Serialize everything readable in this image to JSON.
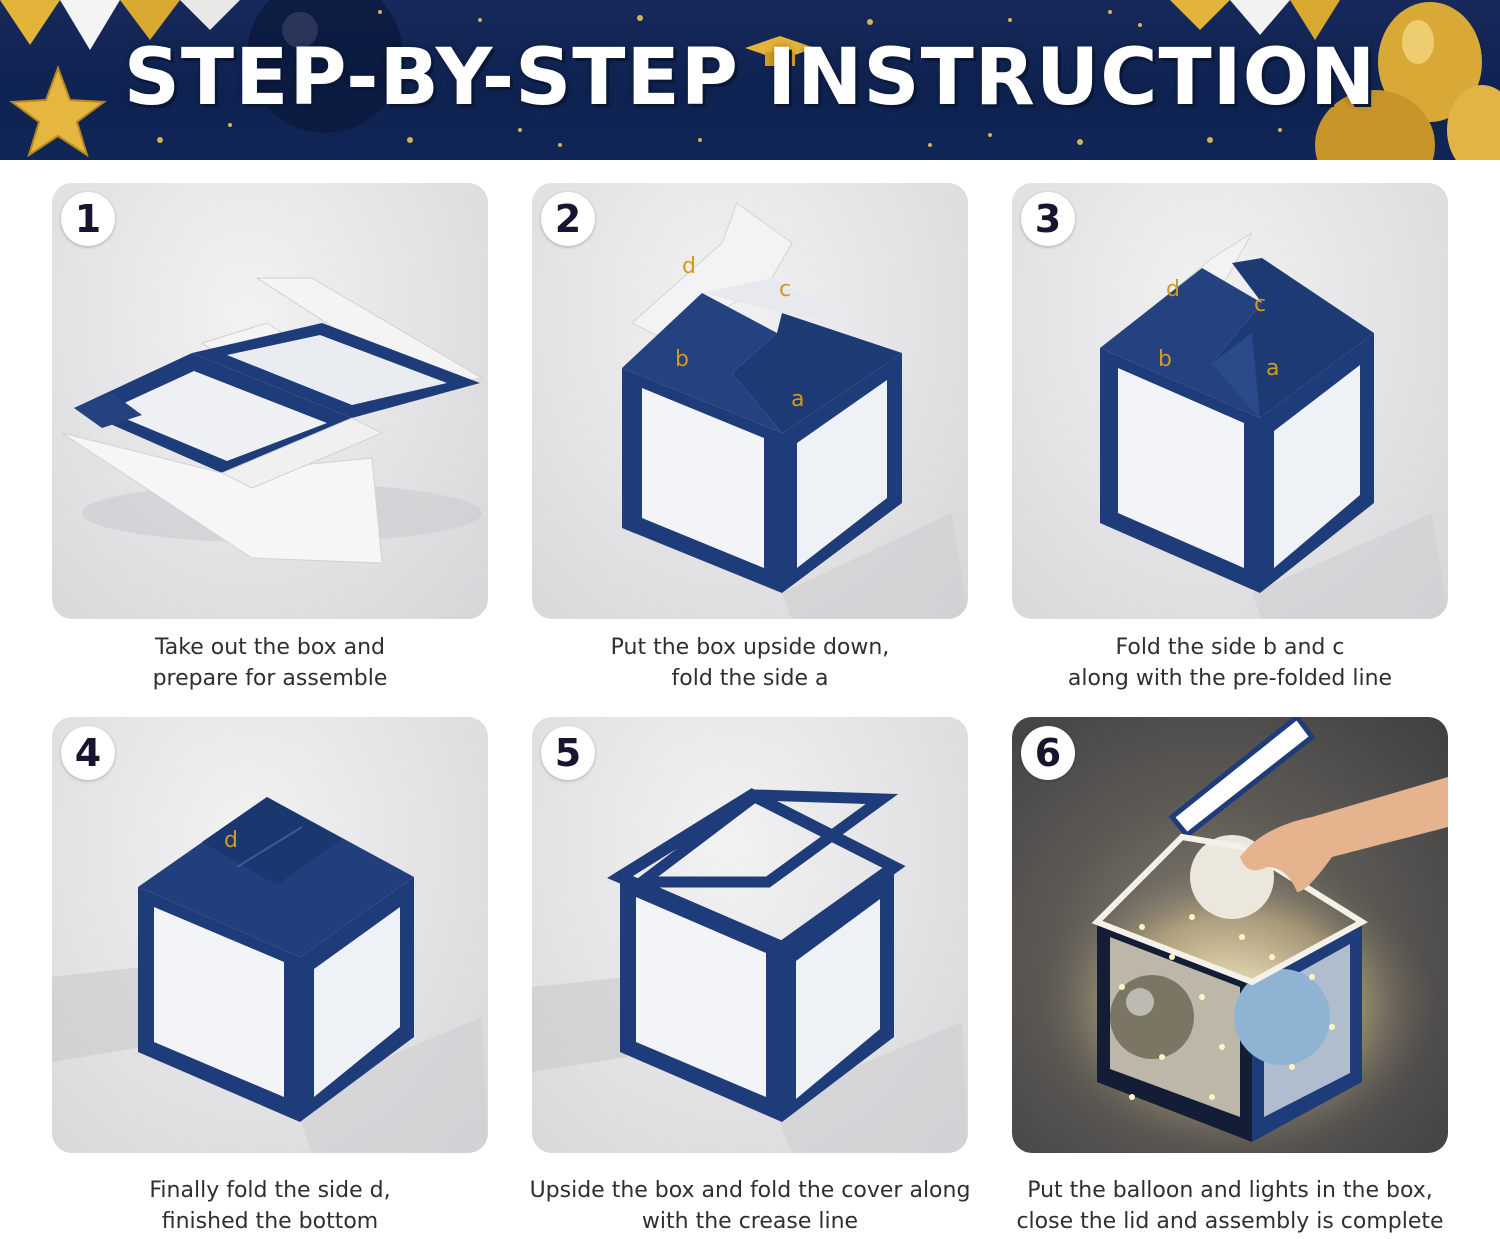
{
  "banner": {
    "title": "STEP-BY-STEP INSTRUCTION",
    "colors": {
      "background": "#122556",
      "gold": "#e3b33a",
      "title": "#ffffff"
    },
    "icons": [
      "star-balloon-icon",
      "graduation-cap-icon",
      "gold-balloon-icon",
      "pennant-banner-icon"
    ]
  },
  "box_color": "#1f3c7a",
  "fold_letter_color": "#d49a1a",
  "steps": [
    {
      "number": "1",
      "caption_line1": "Take out the box and",
      "caption_line2": "prepare for assemble",
      "labels": []
    },
    {
      "number": "2",
      "caption_line1": "Put the box upside down,",
      "caption_line2": "fold the side a",
      "labels": [
        "d",
        "c",
        "b",
        "a"
      ]
    },
    {
      "number": "3",
      "caption_line1": "Fold the side b and c",
      "caption_line2": "along with the pre-folded line",
      "labels": [
        "d",
        "c",
        "b",
        "a"
      ]
    },
    {
      "number": "4",
      "caption_line1": "Finally fold the side d,",
      "caption_line2": "finished the bottom",
      "labels": [
        "d"
      ]
    },
    {
      "number": "5",
      "caption_line1": "Upside the box and fold the cover along",
      "caption_line2": "with the crease line",
      "labels": []
    },
    {
      "number": "6",
      "caption_line1": "Put the balloon and lights in the box,",
      "caption_line2": "close the lid and assembly is complete",
      "labels": []
    }
  ]
}
